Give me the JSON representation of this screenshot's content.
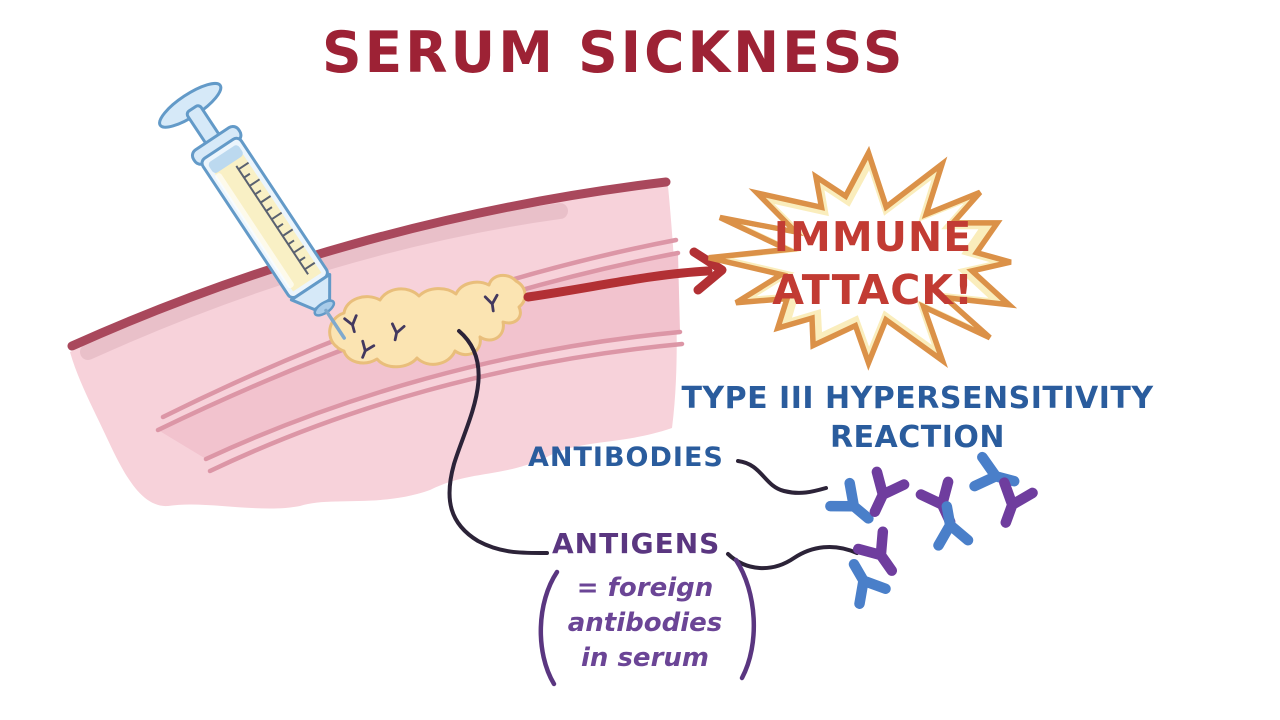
{
  "title": "SERUM SICKNESS",
  "burst": {
    "line1": "IMMUNE",
    "line2": "ATTACK!"
  },
  "labels": {
    "reaction_line1": "TYPE III HYPERSENSITIVITY",
    "reaction_line2": "REACTION",
    "antibodies": "ANTIBODIES",
    "antigens": "ANTIGENS",
    "antigens_note": [
      "= foreign",
      "antibodies",
      "in serum"
    ]
  },
  "icons": {
    "syringe": "syringe-with-serum",
    "vessel": "blood-vessel-band",
    "serum_blob": "injected-serum-with-antibodies",
    "starburst": "immune-attack-burst",
    "arrow": "vessel-to-burst-arrow",
    "antibody_y": "antibody-y-shape",
    "antigen_y": "antigen-y-shape"
  },
  "colors": {
    "title": "#9D2235",
    "attack": "#C23B33",
    "burst": "#DB9148",
    "glow": "#FAEDBC",
    "blue": "#2A5C9D",
    "purple": "#5A3680",
    "note": "#6B4596",
    "abblue": "#4A7FC9",
    "agpurple": "#6F3D9E",
    "band": "#F7D2DA",
    "lumen": "#F2C3CE",
    "wall": "#DC96A6",
    "maroon": "#A9485C",
    "blob": "#FBE4B2",
    "blobedge": "#E9BE7B",
    "arrow": "#B23034",
    "dark": "#2C2338",
    "ink": "#43395F"
  }
}
